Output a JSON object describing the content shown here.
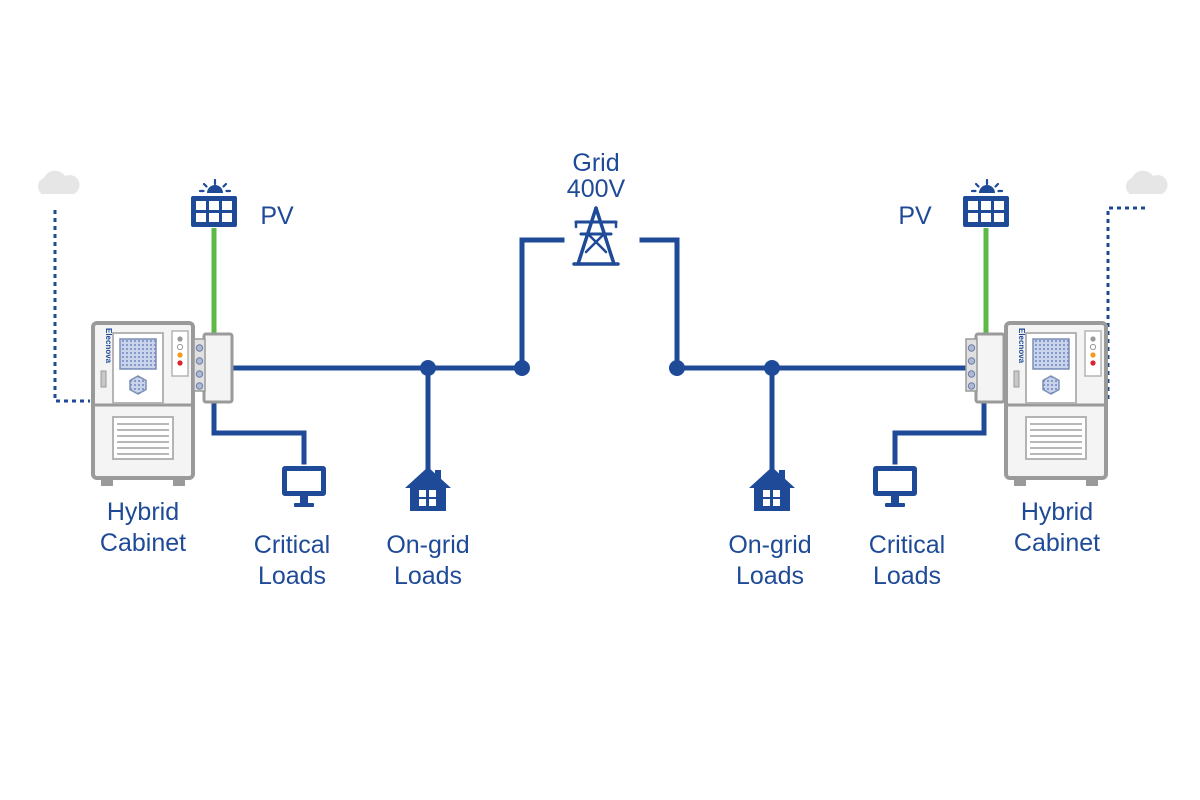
{
  "grid": {
    "label_line1": "Grid",
    "label_line2": "400V"
  },
  "left": {
    "pv_label": "PV",
    "cabinet_line1": "Hybrid",
    "cabinet_line2": "Cabinet",
    "cabinet_brand": "Elecnova",
    "critical_line1": "Critical",
    "critical_line2": "Loads",
    "ongrid_line1": "On-grid",
    "ongrid_line2": "Loads"
  },
  "right": {
    "pv_label": "PV",
    "cabinet_line1": "Hybrid",
    "cabinet_line2": "Cabinet",
    "cabinet_brand": "Elecnova",
    "critical_line1": "Critical",
    "critical_line2": "Loads",
    "ongrid_line1": "On-grid",
    "ongrid_line2": "Loads"
  },
  "colors": {
    "bus": "#1e4a97",
    "pv_line": "#5cb946",
    "cabinet_frame": "#9a9a9a",
    "cloud": "#e6e6e6",
    "led_green": "#3db54a",
    "led_orange": "#f39a1e",
    "led_red": "#d9232e"
  }
}
